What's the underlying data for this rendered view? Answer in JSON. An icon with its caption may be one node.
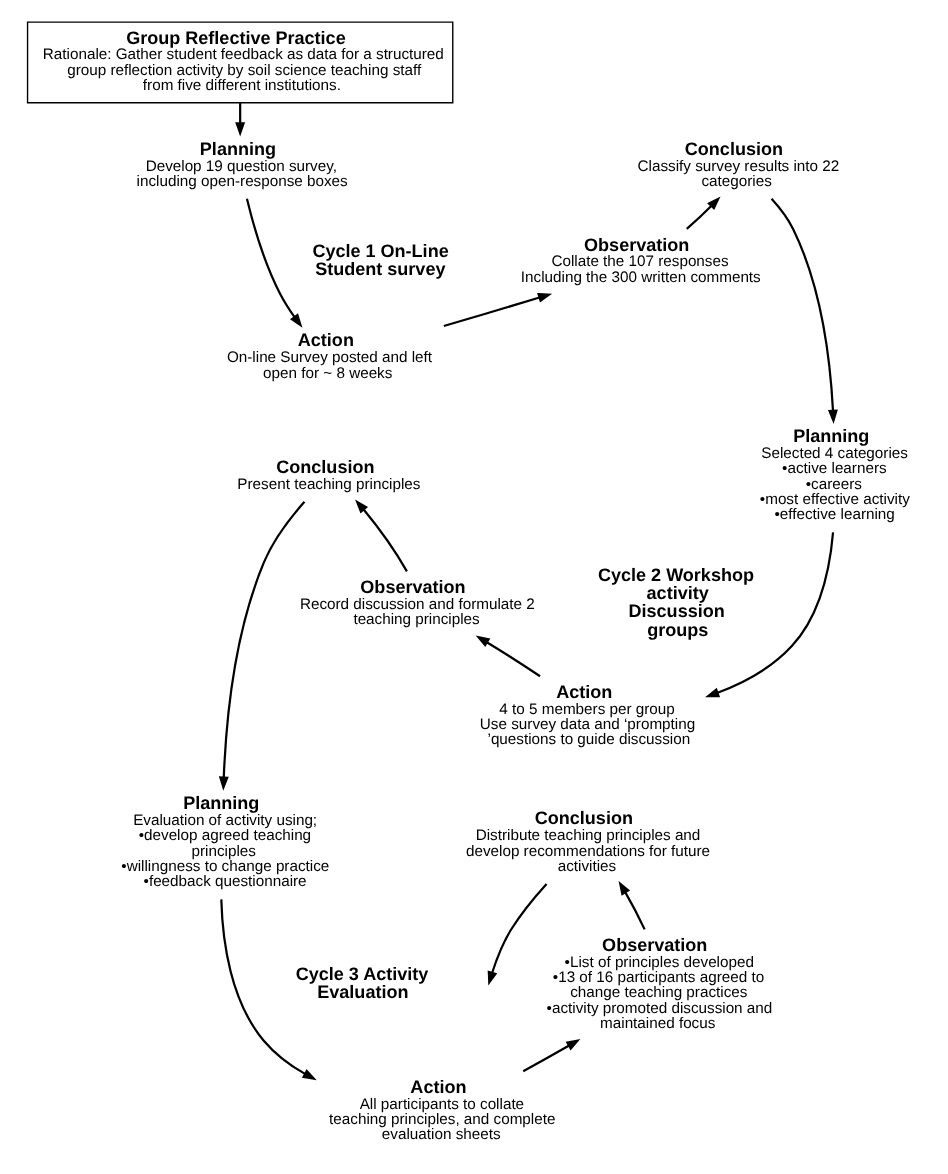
{
  "diagram": {
    "nodes": [
      {
        "text": [
          "Group Reflective Practice",
          "Rationale: Gather student feedback as data for a structured group reflection activity by soil science teaching staff from five different institutions."
        ]
      },
      {
        "text": [
          "Conclusion",
          "Classify survey results into 22 categories"
        ]
      },
      {
        "text": [
          "Planning",
          "Develop 19 question survey, including open-response boxes"
        ]
      },
      {
        "text": [
          "Observation",
          "Collate the 107 responses Including the 300 written comments"
        ]
      },
      {
        "text": [
          "Action",
          "On-line Survey posted and left open for ~ 8 weeks"
        ]
      },
      {
        "text": [
          "Conclusion",
          "Present teaching principles"
        ]
      },
      {
        "text": [
          "Planning",
          "Selected 4 categories",
          "•active learners",
          "•careers",
          "•most effective activity",
          "•effective learning"
        ]
      },
      {
        "text": [
          "Observation",
          "Record discussion and formulate 2 teaching principles"
        ]
      },
      {
        "text": [
          "Action",
          "4 to 5 members per group",
          "Use survey data and ‘prompting ’questions to guide discussion"
        ]
      },
      {
        "text": [
          "Conclusion",
          "Distribute teaching principles and develop recommendations for future activities"
        ]
      },
      {
        "text": [
          "Planning",
          "Evaluation of activity using;",
          "•develop agreed teaching principles",
          "•willingness to change practice",
          "•feedback questionnaire"
        ]
      },
      {
        "text": [
          "Observation",
          "•List of principles developed",
          "•13 of 16 participants agreed to change teaching practices",
          "•activity promoted discussion and maintained focus"
        ]
      },
      {
        "text": [
          "Action",
          "All participants to collate teaching principles, and complete evaluation sheets"
        ]
      }
    ],
    "edges": [
      {
        "from": 0,
        "to": 2,
        "arrow": "to"
      },
      {
        "from": 2,
        "to": 4,
        "arrow": "to"
      },
      {
        "from": 4,
        "to": 3,
        "arrow": "to"
      },
      {
        "from": 3,
        "to": 1,
        "arrow": "to"
      },
      {
        "from": 1,
        "to": 6,
        "arrow": "to"
      },
      {
        "from": 6,
        "to": 8,
        "arrow": "to"
      },
      {
        "from": 8,
        "to": 7,
        "arrow": "to"
      },
      {
        "from": 7,
        "to": 5,
        "arrow": "to"
      },
      {
        "from": 5,
        "to": 10,
        "arrow": "to"
      },
      {
        "from": 10,
        "to": 12,
        "arrow": "to"
      },
      {
        "from": 12,
        "to": 11,
        "arrow": "to"
      },
      {
        "from": 11,
        "to": 9,
        "arrow": "to"
      },
      {
        "from": 9,
        "to": null,
        "arrow": "to"
      }
    ],
    "labels": [
      "Cycle 1 On-Line Student survey",
      "Cycle 2 Workshop activity Discussion groups",
      "Cycle 3 Activity Evaluation"
    ]
  }
}
